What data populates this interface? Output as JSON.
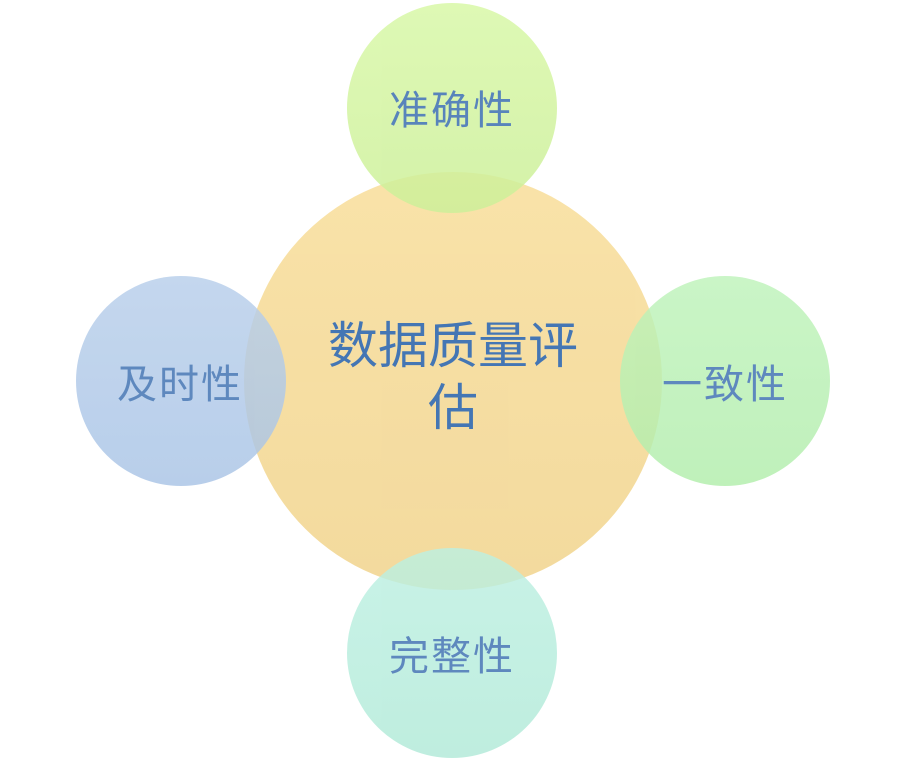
{
  "diagram": {
    "type": "radial-venn",
    "center": {
      "label": "数据质量评估",
      "color": "#f9e1a4"
    },
    "nodes": [
      {
        "position": "top",
        "label": "准确性",
        "color": "#d9f8a8"
      },
      {
        "position": "left",
        "label": "及时性",
        "color": "#b8cfeb"
      },
      {
        "position": "right",
        "label": "一致性",
        "color": "#bff3bb"
      },
      {
        "position": "bottom",
        "label": "完整性",
        "color": "#bdf0e2"
      }
    ],
    "text_color": "#3b6fb0"
  }
}
